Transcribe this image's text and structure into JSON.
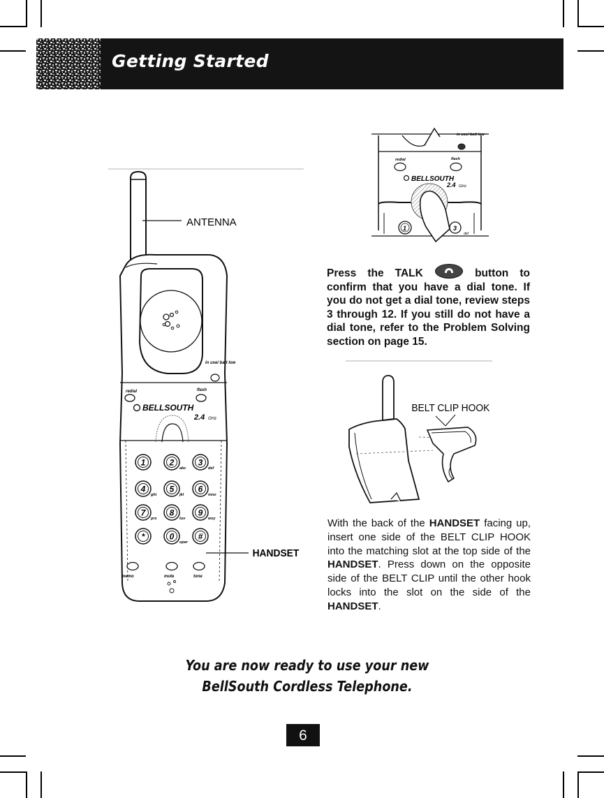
{
  "header": {
    "title": "Getting Started"
  },
  "handset_figure": {
    "antenna_label": "ANTENNA",
    "handset_label": "HANDSET",
    "indicator_label": "in use/ batt low",
    "button_labels": [
      "redial",
      "flash"
    ],
    "brand": "BELLSOUTH",
    "band": "2.4",
    "band_unit": "GHz",
    "keys": [
      {
        "digit": "1",
        "letters": ""
      },
      {
        "digit": "2",
        "letters": "abc"
      },
      {
        "digit": "3",
        "letters": "def"
      },
      {
        "digit": "4",
        "letters": "ghi"
      },
      {
        "digit": "5",
        "letters": "jkl"
      },
      {
        "digit": "6",
        "letters": "mno"
      },
      {
        "digit": "7",
        "letters": "prs"
      },
      {
        "digit": "8",
        "letters": "tuv"
      },
      {
        "digit": "9",
        "letters": "wxy"
      },
      {
        "digit": "*",
        "letters": ""
      },
      {
        "digit": "0",
        "letters": "oper"
      },
      {
        "digit": "#",
        "letters": ""
      }
    ],
    "soft_keys": [
      "memo",
      "mute",
      "tone"
    ]
  },
  "talk_figure": {
    "indicator_label": "in use/ batt low",
    "button_labels": [
      "redial",
      "flash"
    ],
    "brand": "BELLSOUTH",
    "band": "2.4",
    "band_unit": "GHz",
    "keys": [
      "1",
      "3"
    ],
    "key_letters": "def"
  },
  "talk_instruction": {
    "before_icon": "Press the TALK",
    "after_icon": "button to confirm that you have a dial tone. If you do not get a dial tone, review steps 3 through 12. If you still do not have a dial tone, refer to the Problem Solving section on page 15."
  },
  "belt_clip_figure": {
    "label": "BELT CLIP HOOK"
  },
  "belt_clip_instruction": {
    "p1": "With the back of the",
    "b1": "HANDSET",
    "p2": "facing up, insert one side of the BELT CLIP HOOK into the matching slot at the top side of the",
    "b2": "HANDSET",
    "p3": ". Press down on the opposite side of the BELT CLIP until the other hook locks into the slot on the side of the",
    "b3": "HANDSET",
    "p4": "."
  },
  "closing": {
    "line1": "You are now ready to use your new",
    "line2": "BellSouth Cordless Telephone."
  },
  "page_number": "6"
}
